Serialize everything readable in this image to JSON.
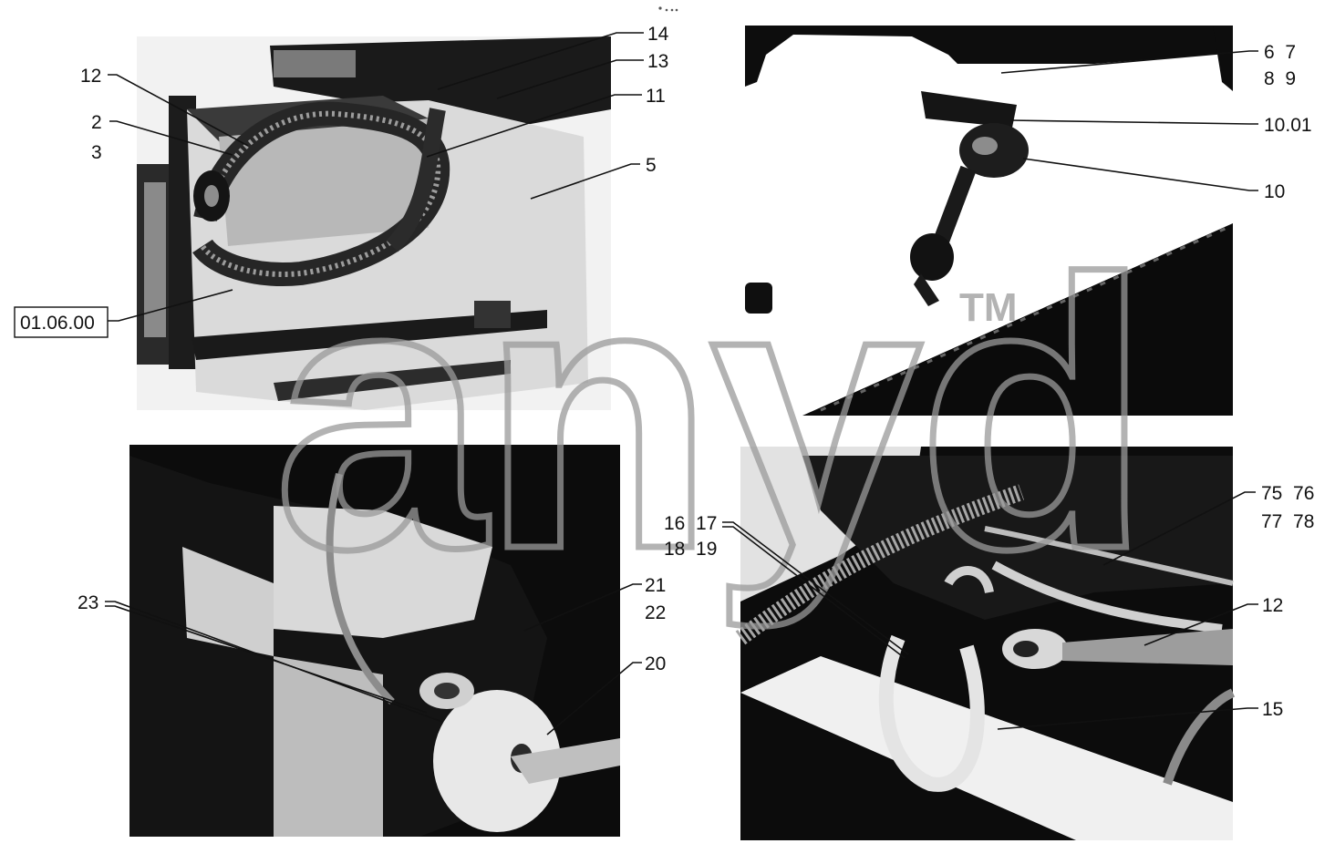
{
  "callouts": {
    "p1": {
      "c14": "14",
      "c13": "13",
      "c12": "12",
      "c11": "11",
      "c2": "2",
      "c3": "3",
      "c5": "5",
      "ref": "01.06.00"
    },
    "p2": {
      "c6_7": "6  7",
      "c8_9": "8  9",
      "c10_01": "10.01",
      "c10": "10"
    },
    "p3": {
      "c23": "23",
      "c21": "21",
      "c22": "22",
      "c20": "20"
    },
    "p4": {
      "c16_17": "16  17",
      "c18_19": "18  19",
      "c75_76": "75  76",
      "c77_78": "77  78",
      "c12": "12",
      "c15": "15"
    }
  },
  "watermark": {
    "text": "anyd",
    "tm": "TM"
  },
  "colors": {
    "ink": "#111111",
    "photo_dark": "#0b0b0b",
    "photo_mid": "#6e6e6e",
    "photo_light": "#d9d9d9",
    "watermark": "#9a9a9a"
  }
}
